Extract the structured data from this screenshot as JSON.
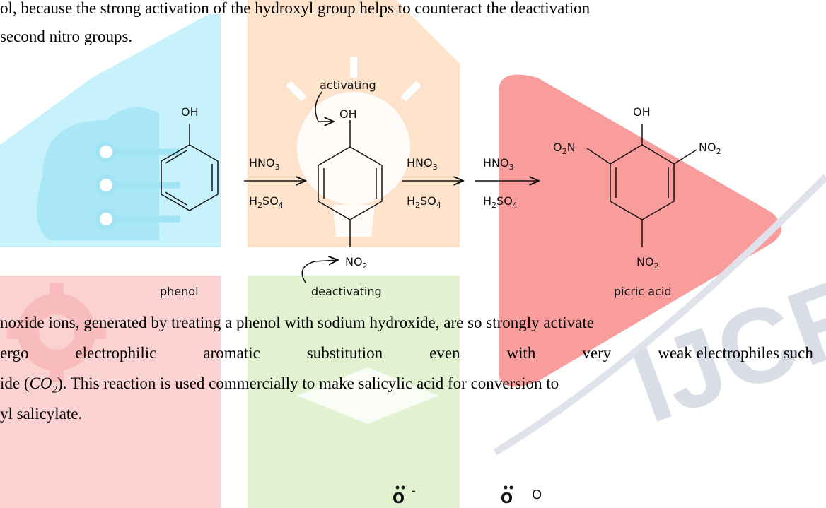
{
  "paragraph1": {
    "line1": "ol, because the strong activation of the hydroxyl group helps to counteract the deactivation",
    "line2": "second nitro groups."
  },
  "scheme1": {
    "phenol_oh": "OH",
    "phenol_name": "phenol",
    "reagent1_top": "HNO",
    "reagent1_top_sub": "3",
    "reagent1_bottom": "H",
    "reagent1_bottom_sub": "2",
    "reagent1_bottom_rest": "SO",
    "reagent1_bottom_sub2": "4",
    "activating_label": "activating",
    "inter_oh": "OH",
    "inter_no2": "NO",
    "inter_no2_sub": "2",
    "deactivating_label": "deactivating",
    "reagent2_top": "HNO",
    "reagent2_top_sub": "3",
    "reagent2_bottom": "H",
    "reagent2_bottom_sub": "2",
    "reagent2_bottom_rest": "SO",
    "reagent2_bottom_sub2": "4",
    "reagent3_top": "HNO",
    "reagent3_top_sub": "3",
    "reagent3_bottom": "H",
    "reagent3_bottom_sub": "2",
    "reagent3_bottom_rest": "SO",
    "reagent3_bottom_sub2": "4",
    "picric_oh": "OH",
    "picric_left_o": "O",
    "picric_left_sub": "2",
    "picric_left_n": "N",
    "picric_right_no": "NO",
    "picric_right_sub": "2",
    "picric_bottom_no": "NO",
    "picric_bottom_sub": "2",
    "picric_name": "picric acid"
  },
  "paragraph2": {
    "line1": "noxide ions, generated by treating a phenol with sodium hydroxide, are so strongly activate",
    "line2_words": [
      "ergo",
      "electrophilic",
      "aromatic",
      "substitution",
      "even",
      "with",
      "very",
      "weak electrophiles such"
    ],
    "line3_pre": "ide (",
    "line3_formula": "CO",
    "line3_formula_sub": "2",
    "line3_post": "). This reaction is used commercially to make salicylic acid for conversion to",
    "line4": "yl salicylate."
  },
  "watermark": {
    "text": "IJCRT",
    "colors": {
      "cyan": "#c8f2fb",
      "cyan_dark": "#9fe3f4",
      "orange": "#fde3cc",
      "red": "#fbd2d2",
      "red_big": "#f99c9c",
      "green": "#e0f2cf",
      "gray": "#d9dde6"
    }
  },
  "scheme2": {
    "anion_charge": "-",
    "ester_o": "O"
  }
}
